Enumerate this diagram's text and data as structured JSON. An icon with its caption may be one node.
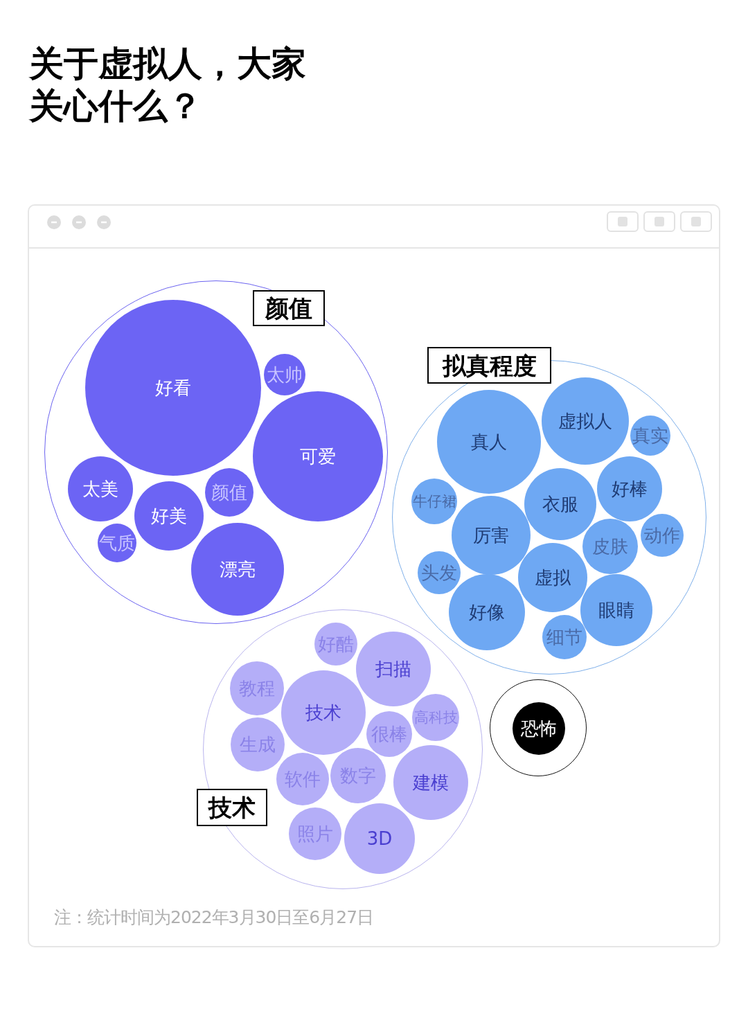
{
  "diagram": {
    "title": "关于虚拟人，大家关心什么？",
    "nodes": [
      {
        "text": [
          "颜值"
        ]
      },
      {
        "text": [
          "好看"
        ],
        "in": 0
      },
      {
        "text": [
          "太帅"
        ],
        "in": 0
      },
      {
        "text": [
          "可爱"
        ],
        "in": 0
      },
      {
        "text": [
          "太美"
        ],
        "in": 0
      },
      {
        "text": [
          "好美"
        ],
        "in": 0
      },
      {
        "text": [
          "颜值"
        ],
        "in": 0
      },
      {
        "text": [
          "气质"
        ],
        "in": 0
      },
      {
        "text": [
          "漂亮"
        ],
        "in": 0
      },
      {
        "text": [
          "拟真程度"
        ]
      },
      {
        "text": [
          "真人"
        ],
        "in": 9
      },
      {
        "text": [
          "虚拟人"
        ],
        "in": 9
      },
      {
        "text": [
          "真实"
        ],
        "in": 9
      },
      {
        "text": [
          "好棒"
        ],
        "in": 9
      },
      {
        "text": [
          "牛仔裙"
        ],
        "in": 9
      },
      {
        "text": [
          "衣服"
        ],
        "in": 9
      },
      {
        "text": [
          "厉害"
        ],
        "in": 9
      },
      {
        "text": [
          "皮肤"
        ],
        "in": 9
      },
      {
        "text": [
          "动作"
        ],
        "in": 9
      },
      {
        "text": [
          "头发"
        ],
        "in": 9
      },
      {
        "text": [
          "虚拟"
        ],
        "in": 9
      },
      {
        "text": [
          "好像"
        ],
        "in": 9
      },
      {
        "text": [
          "眼睛"
        ],
        "in": 9
      },
      {
        "text": [
          "细节"
        ],
        "in": 9
      },
      {
        "text": [
          "技术"
        ]
      },
      {
        "text": [
          "好酷"
        ],
        "in": 24
      },
      {
        "text": [
          "扫描"
        ],
        "in": 24
      },
      {
        "text": [
          "教程"
        ],
        "in": 24
      },
      {
        "text": [
          "技术"
        ],
        "in": 24
      },
      {
        "text": [
          "高科技"
        ],
        "in": 24
      },
      {
        "text": [
          "很棒"
        ],
        "in": 24
      },
      {
        "text": [
          "生成"
        ],
        "in": 24
      },
      {
        "text": [
          "软件"
        ],
        "in": 24
      },
      {
        "text": [
          "数字"
        ],
        "in": 24
      },
      {
        "text": [
          "建模"
        ],
        "in": 24
      },
      {
        "text": [
          "照片"
        ],
        "in": 24
      },
      {
        "text": [
          "3D"
        ],
        "in": 24
      },
      {
        "text": [],
        "shape": "circle"
      },
      {
        "text": [
          "恐怖"
        ],
        "in": 37
      }
    ],
    "edges": [],
    "labels": [
      "注：统计时间为2022年3月30日至6月27日"
    ]
  }
}
